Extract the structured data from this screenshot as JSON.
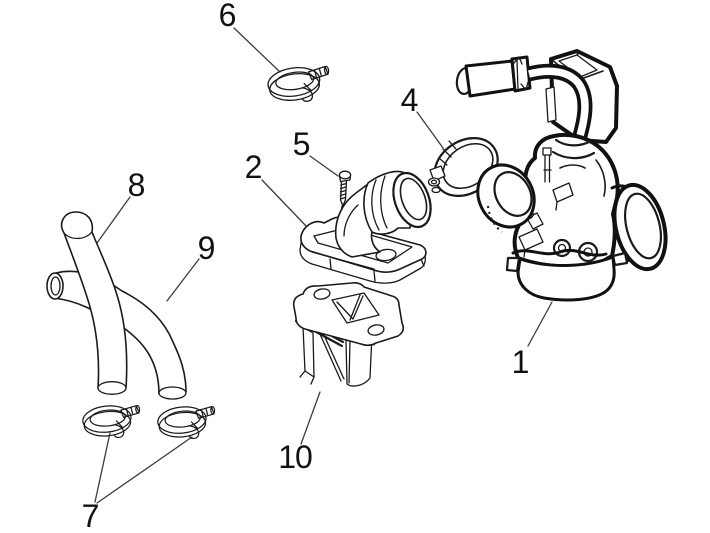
{
  "figure": {
    "type": "exploded-parts-diagram",
    "subject": "carburettor assembly line drawing",
    "background_color": "#ffffff",
    "line_color": "#111111",
    "leader_line_color": "#3c3c3c",
    "callouts": [
      {
        "number": "1",
        "part": "carburettor"
      },
      {
        "number": "2",
        "part": "intake-manifold"
      },
      {
        "number": "4",
        "part": "worm-drive-hose-clamp"
      },
      {
        "number": "5",
        "part": "screw"
      },
      {
        "number": "6",
        "part": "wire-hose-clamp"
      },
      {
        "number": "7",
        "part": "wire-hose-clamp-pair"
      },
      {
        "number": "8",
        "part": "breather-hose"
      },
      {
        "number": "9",
        "part": "breather-hose"
      },
      {
        "number": "10",
        "part": "reed-valve-unit"
      }
    ]
  }
}
